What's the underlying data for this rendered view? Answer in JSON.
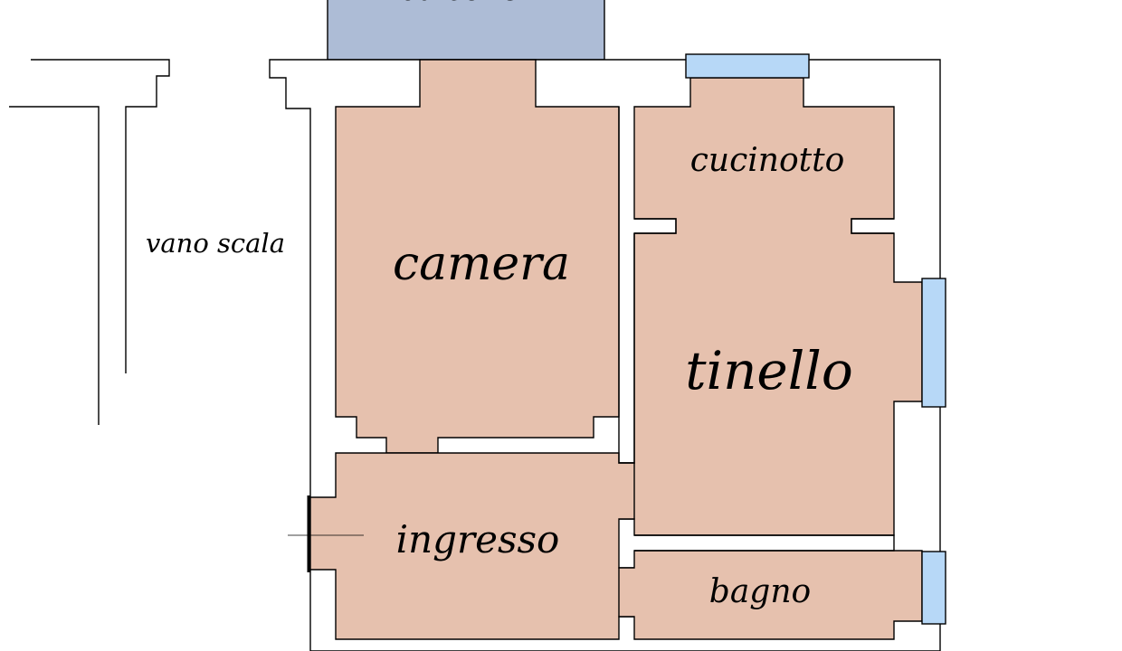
{
  "colors": {
    "room_fill": "#e6c1ae",
    "balcony_fill": "#adbcd6",
    "window_fill": "#b7d8f7",
    "wall_fill": "#ffffff",
    "line_color": "#000000"
  },
  "labels": {
    "balcone": "balcone",
    "vano_scala": "vano scala",
    "camera": "camera",
    "cucinotto": "cucinotto",
    "tinello": "tinello",
    "ingresso": "ingresso",
    "bagno": "bagno"
  }
}
